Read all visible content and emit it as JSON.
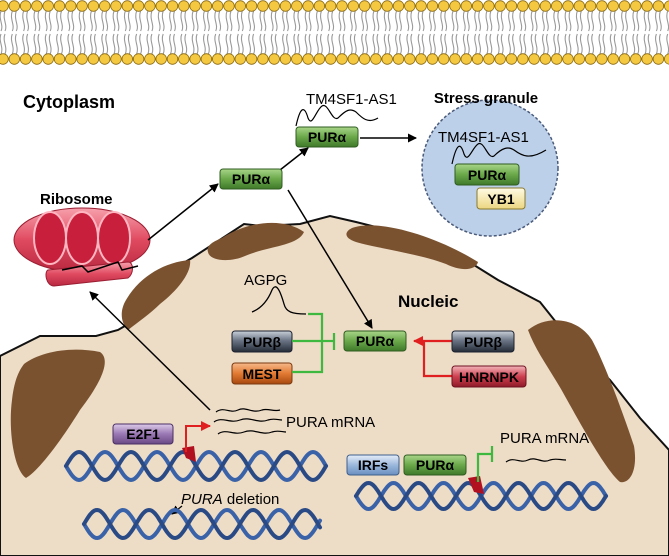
{
  "labels": {
    "cytoplasm": "Cytoplasm",
    "stress_granule": "Stress granule",
    "ribosome": "Ribosome",
    "nucleic": "Nucleic",
    "tm4sf1_top": "TM4SF1-AS1",
    "tm4sf1_granule": "TM4SF1-AS1",
    "agpg": "AGPG",
    "pura_mrna_left": "PURA mRNA",
    "pura_mrna_right": "PURA mRNA",
    "pura_deletion_italic": "PURA",
    "pura_deletion_rest": " deletion"
  },
  "proteins": {
    "pura_cyto": "PURα",
    "pura_top": "PURα",
    "pura_granule": "PURα",
    "yb1": "YB1",
    "purb_left": "PURβ",
    "mest": "MEST",
    "pura_nucleus": "PURα",
    "purb_right": "PURβ",
    "hnrnpk": "HNRNPK",
    "e2f1": "E2F1",
    "irfs": "IRFs",
    "pura_dna": "PURα"
  },
  "colors": {
    "membrane_head": "#f5c842",
    "nucleus_fill": "#eddcc6",
    "envelope_patch": "#7a5230",
    "granule_fill": "#bdd0ea",
    "ribosome": "#e0405a",
    "green_box": "#5f9a3e",
    "grey_box": "#3e4654",
    "orange_box": "#d0611c",
    "red_box": "#b8293a",
    "yb1_box": "#f3e4a2",
    "e2f1_box": "#8d6aa8",
    "irfs_box": "#7a9dc9",
    "dna": "#3a62a8",
    "activate_arrow": "#e02020",
    "inhibit_line": "#3eb83e"
  }
}
